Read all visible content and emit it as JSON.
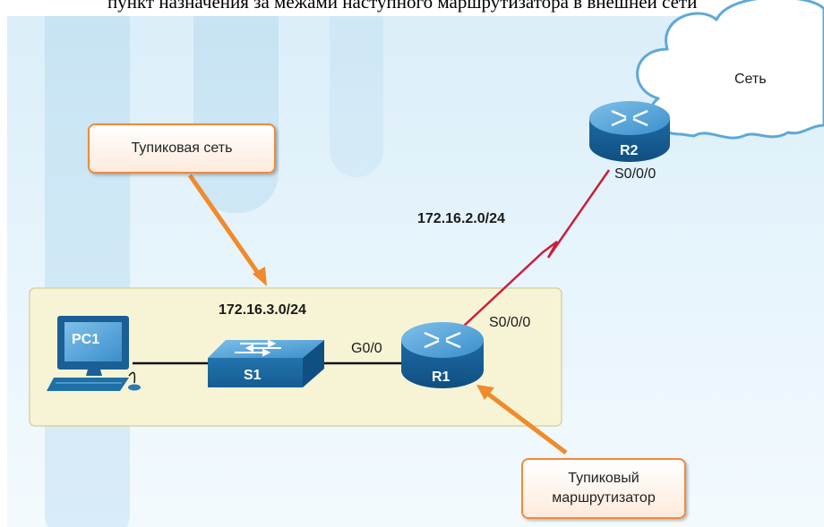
{
  "caption": "пункт назначения за межами наступного маршрутизатора в внешней сети",
  "cloud": {
    "label": "Сеть"
  },
  "callouts": {
    "stub_network": "Тупиковая сеть",
    "stub_router_line1": "Тупиковый",
    "stub_router_line2": "маршрутизатор"
  },
  "networks": {
    "lan": "172.16.3.0/24",
    "wan": "172.16.2.0/24"
  },
  "devices": {
    "pc": "PC1",
    "switch": "S1",
    "router_stub": "R1",
    "router_remote": "R2"
  },
  "interfaces": {
    "r1_g": "G0/0",
    "r1_s": "S0/0/0",
    "r2_s": "S0/0/0"
  },
  "colors": {
    "router_blue": "#1f6fa7",
    "serial_link": "#c8203c",
    "callout_border": "#f2893a",
    "lan_area": "#f7f4d6"
  }
}
